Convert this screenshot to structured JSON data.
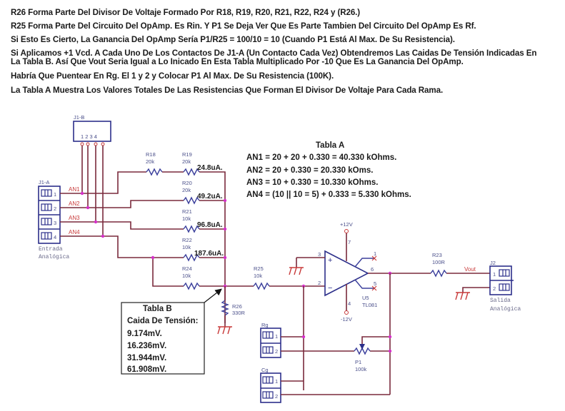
{
  "notes": [
    "R26 Forma Parte Del Divisor De Voltaje Formado Por R18, R19, R20, R21, R22, R24 y (R26.)",
    "R25 Forma Parte Del Circuito Del OpAmp. Es Rin. Y P1 Se Deja Ver Que Es Parte Tambien Del Circuito Del OpAmp Es Rf.",
    "Si Esto Es Cierto, La Ganancia Del OpAmp Sería P1/R25 = 100/10 = 10 (Cuando P1 Está Al Max. De Su Resistencia).",
    "Si Aplicamos +1 Vcd. A Cada Uno De Los Contactos De J1-A (Un Contacto Cada Vez) Obtendremos Las Caidas De Tensión Indicadas En",
    "La Tabla B. Así Que Vout Seria Igual a Lo Inicado En Esta Tabla Multiplicado Por -10 Que Es La Ganancia Del OpAmp.",
    "Habría Que Puentear En Rg. El 1 y 2 y Colocar P1 Al Max. De Su Resistencia (100K).",
    "La Tabla A Muestra Los Valores Totales De Las Resistencias Que Forman El Divisor De Voltaje Para Cada Rama."
  ],
  "connectors": {
    "j1b": {
      "name": "J1-B",
      "pins": "1 2 3 4"
    },
    "j1a": {
      "name": "J1-A",
      "pins": [
        "1",
        "2",
        "3",
        "4"
      ],
      "caption1": "Entrada",
      "caption2": "Analógica"
    },
    "j2": {
      "name": "J2",
      "pins": [
        "1",
        "2"
      ],
      "caption1": "Salida",
      "caption2": "Analógica"
    },
    "rg": {
      "name": "Rg",
      "pins": [
        "1",
        "2"
      ]
    },
    "cg": {
      "name": "Cg",
      "pins": [
        "1",
        "2"
      ]
    }
  },
  "nets": {
    "an1": "AN1",
    "an2": "AN2",
    "an3": "AN3",
    "an4": "AN4",
    "vout": "Vout"
  },
  "resistors": {
    "r18": {
      "name": "R18",
      "value": "20k"
    },
    "r19": {
      "name": "R19",
      "value": "20k"
    },
    "r20": {
      "name": "R20",
      "value": "20k"
    },
    "r21": {
      "name": "R21",
      "value": "10k"
    },
    "r22": {
      "name": "R22",
      "value": "10k"
    },
    "r24": {
      "name": "R24",
      "value": "10k"
    },
    "r25": {
      "name": "R25",
      "value": "10k"
    },
    "r26": {
      "name": "R26",
      "value": "330R"
    },
    "r23": {
      "name": "R23",
      "value": "100R"
    },
    "p1": {
      "name": "P1",
      "value": "100k"
    }
  },
  "currents": [
    "24.8uA.",
    "49.2uA.",
    "96.8uA.",
    "187.6uA."
  ],
  "opamp": {
    "name": "U5",
    "part": "TL081",
    "vpos": "+12V",
    "vneg": "-12V",
    "pins": {
      "inv": "2",
      "noninv": "3",
      "out": "6",
      "vp": "7",
      "vn": "4",
      "off1": "1",
      "off2": "5"
    },
    "plus": "+",
    "minus": "−"
  },
  "tabla_a": {
    "title": "Tabla A",
    "rows": [
      "AN1 = 20 + 20 + 0.330 = 40.330 kOhms.",
      "AN2 = 20 + 0.330 = 20.330 kOms.",
      "AN3 = 10 + 0.330 = 10.330 kOhms.",
      "AN4 = (10 || 10 = 5) + 0.333 = 5.330 kOhms."
    ]
  },
  "tabla_b": {
    "title": "Tabla B",
    "subtitle": "Caida De Tensión:",
    "rows": [
      "9.174mV.",
      "16.236mV.",
      "31.944mV.",
      "61.908mV."
    ]
  },
  "colors": {
    "wire": "#7a2a3c",
    "component": "#3b3f9c",
    "junction": "#d42fc8",
    "ground": "#c83a3a"
  }
}
